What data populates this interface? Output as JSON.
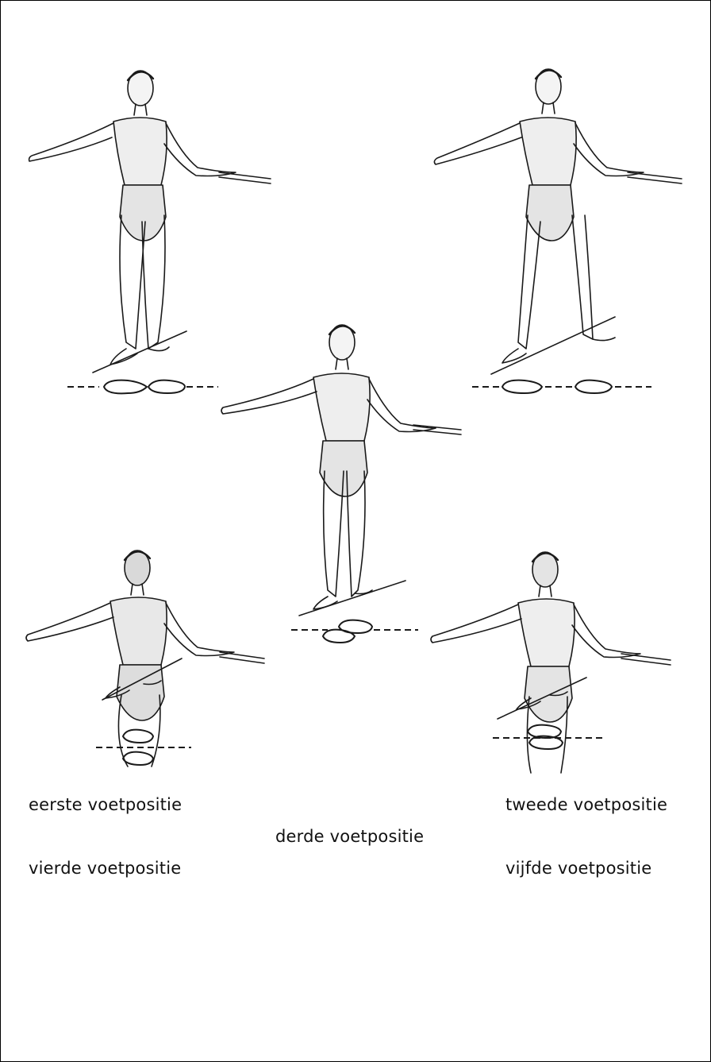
{
  "captions": {
    "first": "eerste voetpositie",
    "second": "tweede voetpositie",
    "third": "derde voetpositie",
    "fourth": "vierde voetpositie",
    "fifth": "vijfde voetpositie"
  },
  "colors": {
    "ink": "#1a1a1a",
    "shade": "#6b6b6b",
    "paper": "#ffffff",
    "border": "#000000"
  },
  "figures": [
    {
      "position": "first",
      "feet": "heels-together-turned-out"
    },
    {
      "position": "second",
      "feet": "apart-on-line"
    },
    {
      "position": "third",
      "feet": "heel-to-midfoot"
    },
    {
      "position": "fourth",
      "feet": "one-in-front-apart"
    },
    {
      "position": "fifth",
      "feet": "heel-to-toe-crossed"
    }
  ]
}
